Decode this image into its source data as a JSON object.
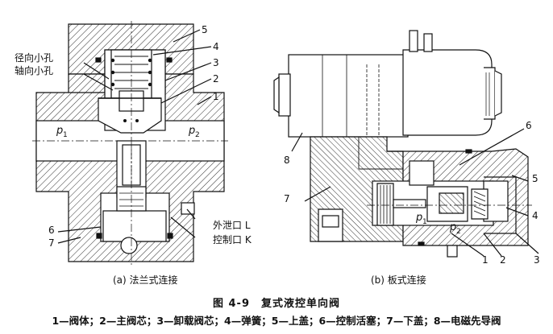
{
  "figure": {
    "title": "图 4-9　复式液控单向阀",
    "legend": "1—阀体；2—主阀芯；3—卸载阀芯；4—弹簧；5—上盖；6—控制活塞；7—下盖；8—电磁先导阀"
  },
  "panel_a": {
    "caption": "(a) 法兰式连接",
    "labels": {
      "radial_hole": "径向小孔",
      "axial_hole": "轴向小孔",
      "p1": "p",
      "p1_sub": "1",
      "p2": "p",
      "p2_sub": "2",
      "drain_port": "外泄口 L",
      "control_port": "控制口 K",
      "n1": "1",
      "n2": "2",
      "n3": "3",
      "n4": "4",
      "n5": "5",
      "n6": "6",
      "n7": "7"
    }
  },
  "panel_b": {
    "caption": "(b) 板式连接",
    "labels": {
      "p1": "p",
      "p1_sub": "1",
      "p2": "p",
      "p2_sub": "2",
      "n1": "1",
      "n2": "2",
      "n3": "3",
      "n4": "4",
      "n5": "5",
      "n6": "6",
      "n7": "7",
      "n8": "8"
    }
  },
  "colors": {
    "hatch": "#222222",
    "body": "#ffffff",
    "line": "#111111"
  }
}
